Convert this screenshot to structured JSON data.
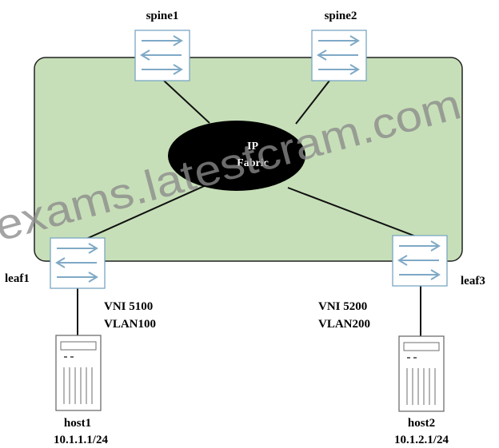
{
  "nodes": {
    "spine1": {
      "label": "spine1"
    },
    "spine2": {
      "label": "spine2"
    },
    "leaf1": {
      "label": "leaf1"
    },
    "leaf3": {
      "label": "leaf3"
    },
    "host1": {
      "label": "host1",
      "ip": "10.1.1.1/24"
    },
    "host2": {
      "label": "host2",
      "ip": "10.1.2.1/24"
    }
  },
  "fabric": {
    "line1": "IP",
    "line2": "Fabric"
  },
  "vni_left": {
    "vni": "VNI 5100",
    "vlan": "VLAN100"
  },
  "vni_right": {
    "vni": "VNI 5200",
    "vlan": "VLAN200"
  },
  "watermark": "exams.latestcram.com",
  "colors": {
    "fabric_area": "#c6dfb8",
    "switch_fill": "#ffffff",
    "switch_stroke": "#7aa6c4",
    "arrow": "#7fa9c6",
    "ellipse": "#000000"
  }
}
